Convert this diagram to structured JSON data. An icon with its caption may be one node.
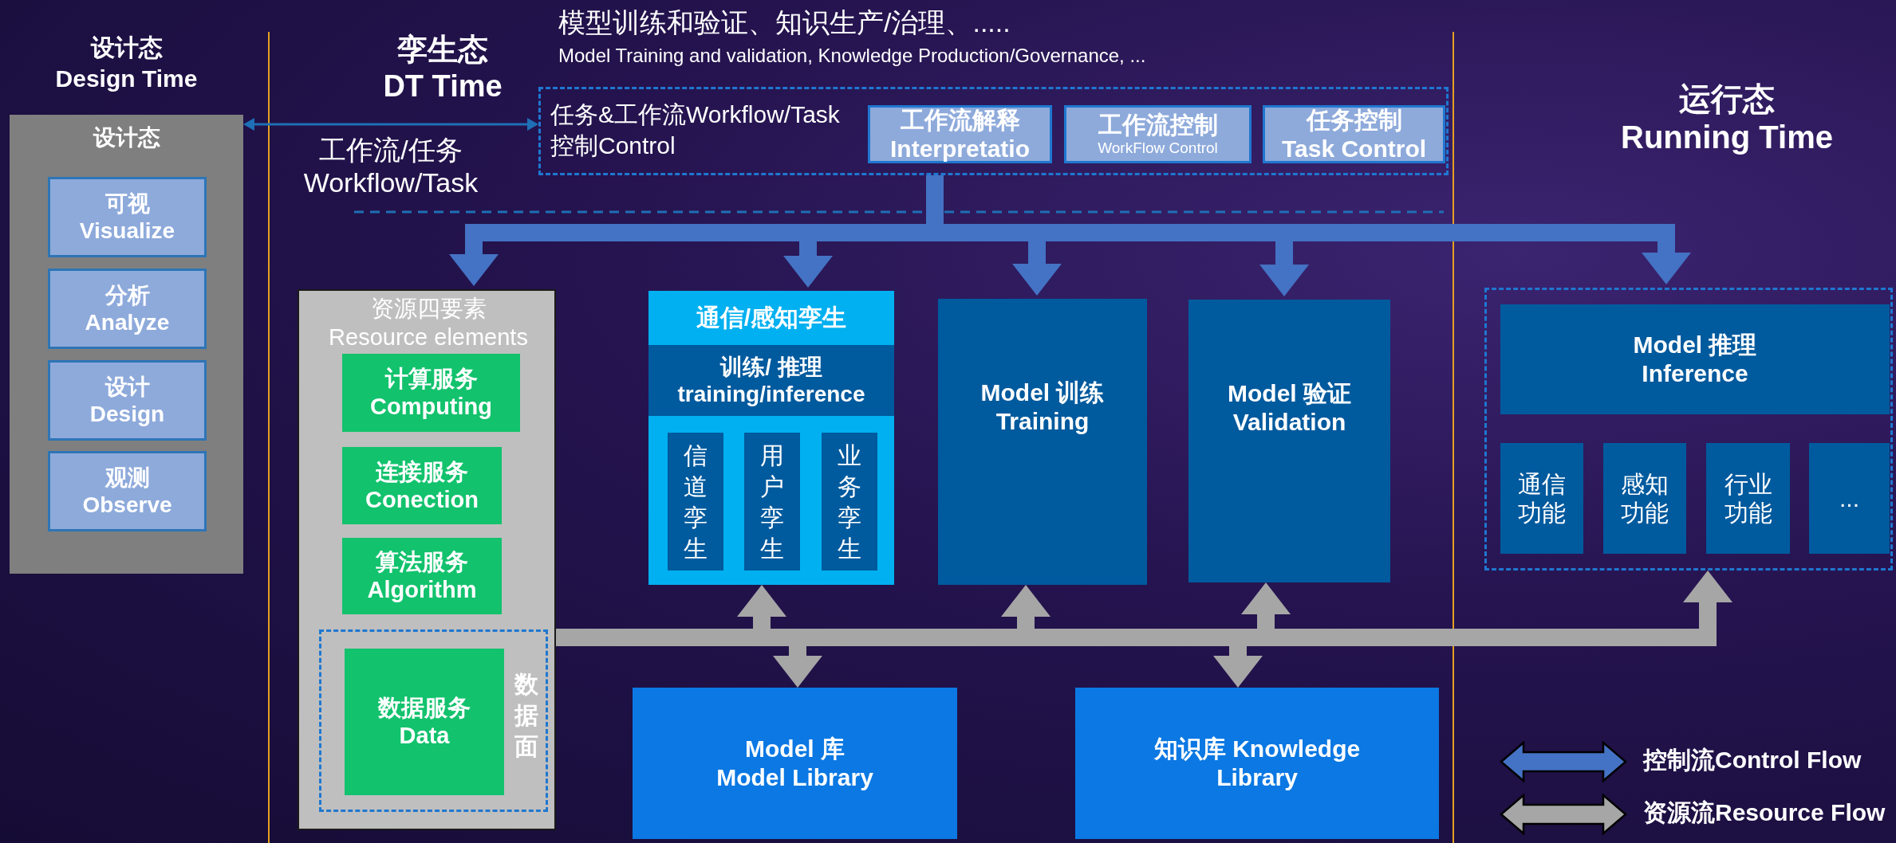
{
  "diagram": {
    "nodes": [
      {
        "text": [
          "设计态 Design Time",
          "设计态"
        ]
      },
      {
        "text": [
          "可视 Visualize"
        ],
        "in": 0
      },
      {
        "text": [
          "分析 Analyze"
        ],
        "in": 0
      },
      {
        "text": [
          "设计 Design"
        ],
        "in": 0
      },
      {
        "text": [
          "观测 Observe"
        ],
        "in": 0
      },
      {
        "text": [
          "任务&工作流Workflow/Task控制Control"
        ]
      },
      {
        "text": [
          "工作流解释",
          "Interpretatio"
        ],
        "in": 5
      },
      {
        "text": [
          "工作流控制",
          "WorkFlow Control"
        ],
        "in": 5
      },
      {
        "text": [
          "任务控制",
          "Task Control"
        ],
        "in": 5
      },
      {
        "text": [
          "资源四要素 Resource elements"
        ]
      },
      {
        "text": [
          "计算服务 Computing"
        ],
        "in": 9
      },
      {
        "text": [
          "连接服务 Conection"
        ],
        "in": 9
      },
      {
        "text": [
          "算法服务 Algorithm"
        ],
        "in": 9
      },
      {
        "text": [
          "数据面"
        ],
        "in": 9
      },
      {
        "text": [
          "数据服务 Data"
        ],
        "in": 13
      },
      {
        "text": [
          "通信/感知孪生"
        ]
      },
      {
        "text": [
          "训练/ 推理 training/inference"
        ],
        "in": 15
      },
      {
        "text": [
          "信道孪生"
        ],
        "in": 15
      },
      {
        "text": [
          "用户孪生"
        ],
        "in": 15
      },
      {
        "text": [
          "业务孪生"
        ],
        "in": 15
      },
      {
        "text": [
          "Model 训练 Training"
        ]
      },
      {
        "text": [
          "Model 验证 Validation"
        ]
      },
      {
        "text": [],
        "shape": "box"
      },
      {
        "text": [
          "Model 推理 Inference"
        ],
        "in": 22
      },
      {
        "text": [
          "通信功能"
        ],
        "in": 22
      },
      {
        "text": [
          "感知功能"
        ],
        "in": 22
      },
      {
        "text": [
          "行业功能"
        ],
        "in": 22
      },
      {
        "text": [
          "..."
        ],
        "in": 22
      },
      {
        "text": [
          "Model 库 Model Library"
        ]
      },
      {
        "text": [
          "知识库 Knowledge Library"
        ]
      }
    ],
    "edges": [
      {
        "from": 0,
        "to": 5,
        "arrow": "both",
        "label": "工作流/任务 Workflow/Task",
        "color": "#1f6fb5"
      },
      {
        "from": 5,
        "to": 9,
        "arrow": "to",
        "color": "#4472c4"
      },
      {
        "from": 5,
        "to": 15,
        "arrow": "to",
        "color": "#4472c4"
      },
      {
        "from": 5,
        "to": 20,
        "arrow": "to",
        "color": "#4472c4"
      },
      {
        "from": 5,
        "to": 21,
        "arrow": "to",
        "color": "#4472c4"
      },
      {
        "from": 5,
        "to": 22,
        "arrow": "to",
        "color": "#4472c4"
      },
      {
        "from": 13,
        "to": 15,
        "arrow": "to",
        "color": "#a6a6a6"
      },
      {
        "from": 13,
        "to": 20,
        "arrow": "to",
        "color": "#a6a6a6"
      },
      {
        "from": 13,
        "to": 21,
        "arrow": "to",
        "color": "#a6a6a6"
      },
      {
        "from": 13,
        "to": 22,
        "arrow": "to",
        "color": "#a6a6a6"
      },
      {
        "from": 13,
        "to": 28,
        "arrow": "to",
        "color": "#a6a6a6"
      },
      {
        "from": 13,
        "to": 29,
        "arrow": "to",
        "color": "#a6a6a6"
      }
    ],
    "labels": [
      "模型训练和验证、知识生产/治理、.....",
      "Model Training and validation, Knowledge Production/Governance, ...",
      "孪生态 DT Time",
      "运行态 Running Time"
    ],
    "legend": [
      {
        "text": "控制流Control Flow"
      },
      {
        "text": "资源流Resource Flow"
      }
    ]
  }
}
